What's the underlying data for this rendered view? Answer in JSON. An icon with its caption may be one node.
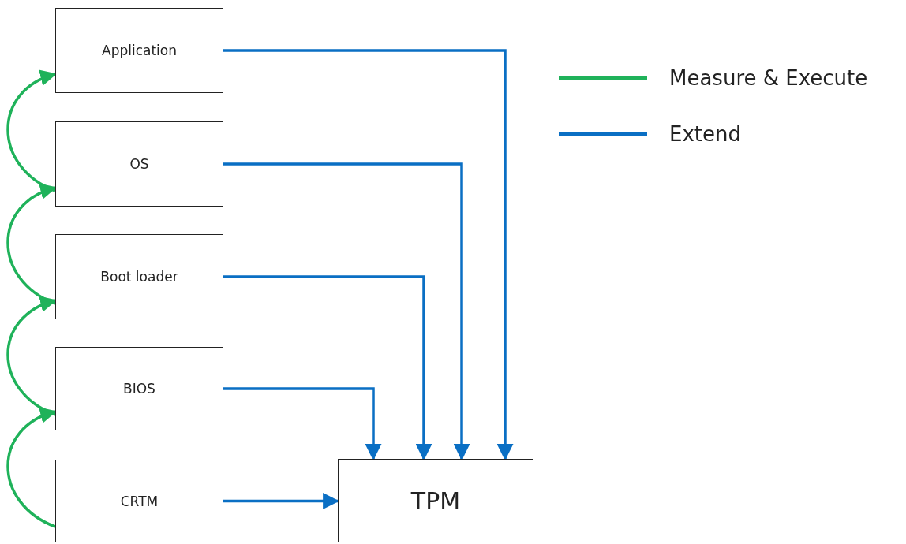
{
  "diagram": {
    "nodes": [
      {
        "text": [
          "Application"
        ]
      },
      {
        "text": [
          "OS"
        ]
      },
      {
        "text": [
          "Boot loader"
        ]
      },
      {
        "text": [
          "BIOS"
        ]
      },
      {
        "text": [
          "CRTM"
        ]
      },
      {
        "text": [
          "TPM"
        ]
      }
    ],
    "edges": [
      {
        "from": 4,
        "to": 3,
        "arrow": "to",
        "color": "#1fb25a"
      },
      {
        "from": 3,
        "to": 2,
        "arrow": "to",
        "color": "#1fb25a"
      },
      {
        "from": 2,
        "to": 1,
        "arrow": "to",
        "color": "#1fb25a"
      },
      {
        "from": 1,
        "to": 0,
        "arrow": "to",
        "color": "#1fb25a"
      },
      {
        "from": 0,
        "to": 5,
        "arrow": "to"
      },
      {
        "from": 1,
        "to": 5,
        "arrow": "to"
      },
      {
        "from": 2,
        "to": 5,
        "arrow": "to"
      },
      {
        "from": 3,
        "to": 5,
        "arrow": "to"
      },
      {
        "from": 4,
        "to": 5,
        "arrow": "to"
      }
    ],
    "legend": [
      {
        "text": "Measure & Execute"
      },
      {
        "text": "Extend"
      }
    ]
  }
}
